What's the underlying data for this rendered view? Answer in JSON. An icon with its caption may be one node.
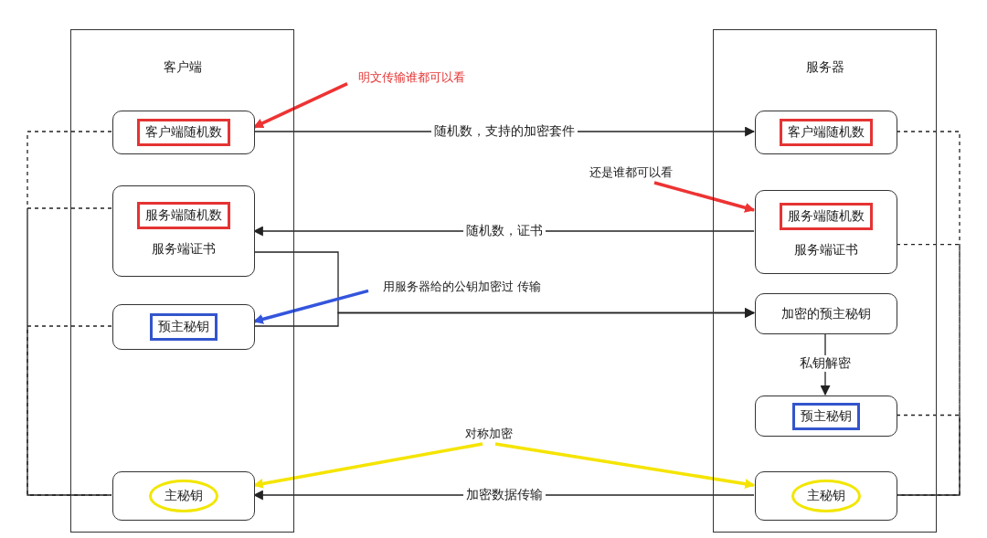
{
  "diagram": {
    "nodes": [
      {
        "text": [
          "客户端"
        ]
      },
      {
        "text": [
          "服务器"
        ]
      },
      {
        "text": [
          "客户端随机数"
        ],
        "in": 0
      },
      {
        "text": [
          "服务端随机数",
          "服务端证书"
        ],
        "in": 0
      },
      {
        "text": [
          "预主秘钥"
        ],
        "in": 0
      },
      {
        "text": [
          "主秘钥"
        ],
        "in": 0
      },
      {
        "text": [
          "客户端随机数"
        ],
        "in": 1
      },
      {
        "text": [
          "服务端随机数",
          "服务端证书"
        ],
        "in": 1
      },
      {
        "text": [
          "加密的预主秘钥"
        ],
        "in": 1
      },
      {
        "text": [
          "预主秘钥"
        ],
        "in": 1
      },
      {
        "text": [
          "主秘钥"
        ],
        "in": 1
      },
      {
        "text": [
          "明文传输谁都可以看"
        ]
      },
      {
        "text": [
          "还是谁都可以看"
        ]
      },
      {
        "text": [
          "用服务器给的公钥加密过 传输"
        ]
      },
      {
        "text": [
          "对称加密"
        ]
      }
    ],
    "edges": [
      {
        "from": 2,
        "to": 6,
        "arrow": "to",
        "label": "随机数，支持的加密套件"
      },
      {
        "from": 7,
        "to": 3,
        "arrow": "to",
        "label": "随机数，证书"
      },
      {
        "from": 3,
        "to": 8,
        "arrow": "to"
      },
      {
        "from": 4,
        "to": 8,
        "arrow": "to"
      },
      {
        "from": 8,
        "to": 9,
        "arrow": "to",
        "label": "私钥解密"
      },
      {
        "from": 10,
        "to": 5,
        "arrow": "to",
        "label": "加密数据传输"
      },
      {
        "from": 2,
        "to": 5,
        "arrow": "none",
        "style": "dashed"
      },
      {
        "from": 3,
        "to": 5,
        "arrow": "none",
        "style": "dashed"
      },
      {
        "from": 4,
        "to": 5,
        "arrow": "none",
        "style": "dashed"
      },
      {
        "from": 6,
        "to": 10,
        "arrow": "none",
        "style": "dashed"
      },
      {
        "from": 7,
        "to": 10,
        "arrow": "none",
        "style": "dashed"
      },
      {
        "from": 9,
        "to": 10,
        "arrow": "none",
        "style": "dashed"
      },
      {
        "from": 11,
        "to": 2,
        "arrow": "to",
        "style": "thick",
        "color": "#ee3333"
      },
      {
        "from": 12,
        "to": 7,
        "arrow": "to",
        "style": "thick",
        "color": "#ee3333"
      },
      {
        "from": 13,
        "to": 4,
        "arrow": "to",
        "style": "thick",
        "color": "#3355dd"
      },
      {
        "from": 14,
        "to": 5,
        "arrow": "to",
        "style": "thick",
        "color": "#f5e400"
      },
      {
        "from": 14,
        "to": 10,
        "arrow": "to",
        "style": "thick",
        "color": "#f5e400"
      }
    ]
  }
}
